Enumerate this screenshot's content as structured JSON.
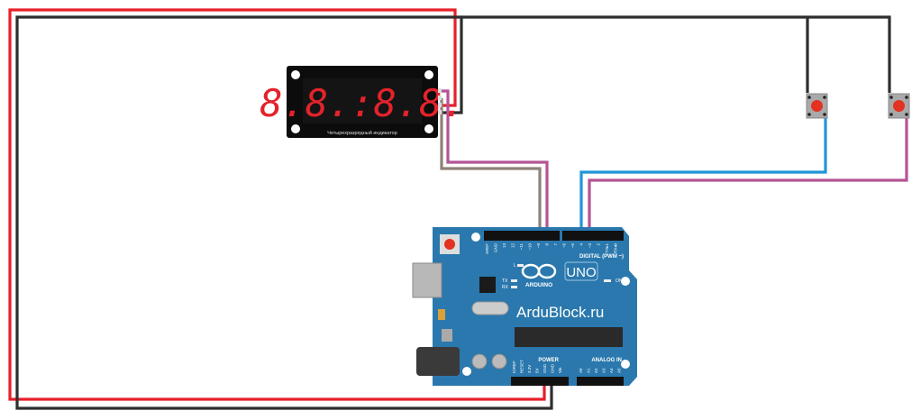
{
  "colors": {
    "wire_red": "#e8202a",
    "wire_black": "#2e2e2e",
    "wire_brown": "#8f8178",
    "wire_purple": "#b45495",
    "wire_blue": "#1f96d8",
    "board_blue": "#2a78ad",
    "segment_red": "#e3232b",
    "button_red": "#e3321f"
  },
  "display": {
    "digits": "8.8.:8.8.",
    "caption": "Четырехразрядный индикатор"
  },
  "board": {
    "brand_text": "ArduBlock.ru",
    "logo_text": "ARDUINO",
    "model": "UNO",
    "digital_header": "DIGITAL (PWM ~)",
    "power_header": "POWER",
    "analog_header": "ANALOG IN",
    "led_l": "L",
    "led_tx": "TX",
    "led_rx": "RX",
    "led_on": "ON",
    "digital_pins": [
      "AREF",
      "GND",
      "13",
      "12",
      "~11",
      "~10",
      "~9",
      "8",
      "7",
      "~6",
      "~5",
      "4",
      "~3",
      "2",
      "TX▸1",
      "RX◂0"
    ],
    "power_pins": [
      "IOREF",
      "RESET",
      "3.3V",
      "5V",
      "GND",
      "GND",
      "Vin"
    ],
    "analog_pins": [
      "A0",
      "A1",
      "A2",
      "A3",
      "A4",
      "A5"
    ]
  },
  "buttons": [
    {
      "name": "button-1",
      "icon": "push-button-icon"
    },
    {
      "name": "button-2",
      "icon": "push-button-icon"
    }
  ]
}
